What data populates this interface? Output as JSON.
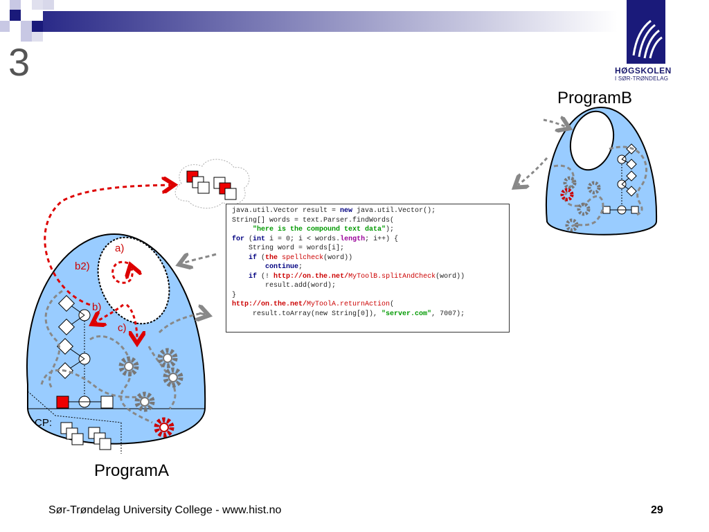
{
  "slide": {
    "number": "3",
    "footer": "Sør-Trøndelag University College - www.hist.no",
    "page": "29"
  },
  "logo": {
    "name": "HØGSKOLEN",
    "subtitle": "I SØR-TRØNDELAG"
  },
  "programs": {
    "b_title": "ProgramB",
    "a_title": "ProgramA",
    "cp_label": "CP:"
  },
  "labels": {
    "a": "a)",
    "b2": "b2)",
    "b": "b)",
    "c": "c)"
  },
  "code": {
    "l1_a": "java.util.Vector result = ",
    "l1_kw": "new",
    "l1_b": " java.util.Vector();",
    "l2": "String[] words = text.Parser.findWords(",
    "l3_indent": "     ",
    "l3_str": "\"here is the compound text data\"",
    "l3_end": ");",
    "l4_kw1": "for",
    "l4_a": " (",
    "l4_kw2": "int",
    "l4_b": " i = 0; i < words.",
    "l4_kw3": "length",
    "l4_c": "; i++) {",
    "l5": "    String word = words[i];",
    "l6_indent": "    ",
    "l6_kw": "if",
    "l6_a": " (",
    "l6_kw2": "the",
    "l6_fn": " spellcheck",
    "l6_b": "(word))",
    "l7_indent": "        ",
    "l7_kw": "continue",
    "l7_end": ";",
    "l8_indent": "    ",
    "l8_kw": "if",
    "l8_a": " (! ",
    "l8_url": "http://on.the.net/",
    "l8_fn": "MyToolB.splitAndCheck",
    "l8_b": "(word))",
    "l9": "        result.add(word);",
    "l10": "}",
    "l11_url": "http://on.the.net/",
    "l11_fn": "MyToolA.returnAction",
    "l11_b": "(",
    "l12_a": "     result.toArray(new String[0]), ",
    "l12_str": "\"server.com\"",
    "l12_b": ", 7007);"
  },
  "colors": {
    "navy": "#1a1a7a",
    "program_fill": "#99ccff",
    "arrow_red": "#dd0000",
    "arrow_gray": "#888888",
    "gear_gray": "#777777",
    "gear_red": "#cc0000"
  },
  "icons": [
    "gear-icon",
    "document-icon",
    "cloud-icon",
    "logo-icon"
  ]
}
